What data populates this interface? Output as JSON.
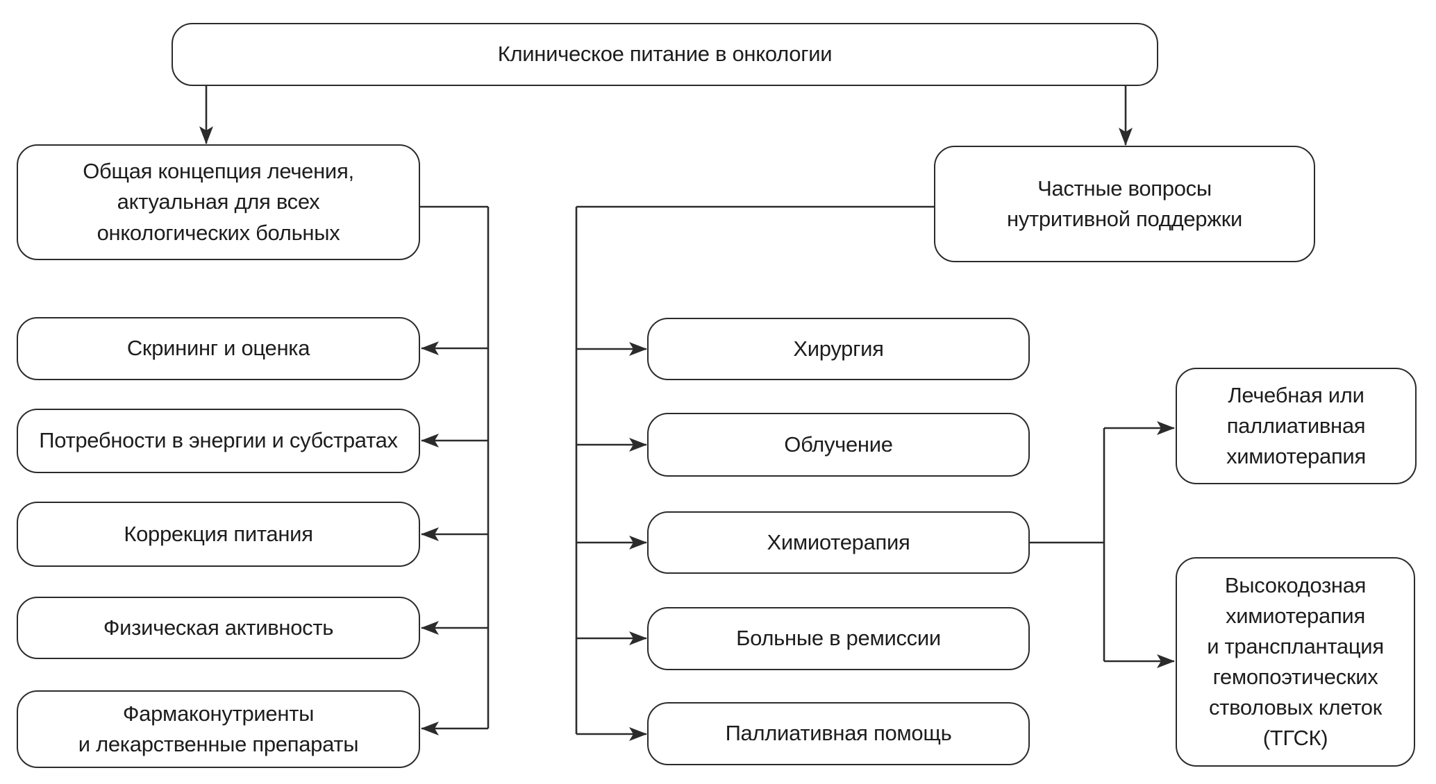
{
  "theme": {
    "line_color": "#2b2b2b",
    "text_color": "#1d1d1d",
    "box_bg": "#ffffff",
    "page_bg": "#ffffff"
  },
  "diagram": {
    "root": {
      "label": "Клиническое питание в онкологии"
    },
    "general_branch": {
      "label": "Общая концепция лечения,\nактуальная для всех\nонкологических больных"
    },
    "specific_branch": {
      "label": "Частные вопросы\nнутритивной поддержки"
    },
    "general_items": [
      {
        "label": "Скрининг и оценка"
      },
      {
        "label": "Потребности в энергии и субстратах"
      },
      {
        "label": "Коррекция питания"
      },
      {
        "label": "Физическая активность"
      },
      {
        "label": "Фармаконутриенты\nи лекарственные препараты"
      }
    ],
    "specific_items": [
      {
        "label": "Хирургия"
      },
      {
        "label": "Облучение"
      },
      {
        "label": "Химиотерапия"
      },
      {
        "label": "Больные в ремиссии"
      },
      {
        "label": "Паллиативная помощь"
      }
    ],
    "chemotherapy_items": [
      {
        "label": "Лечебная или\nпаллиативная\nхимиотерапия"
      },
      {
        "label": "Высокодозная\nхимиотерапия\nи трансплантация\nгемопоэтических\nстволовых клеток\n(ТГСК)"
      }
    ]
  }
}
